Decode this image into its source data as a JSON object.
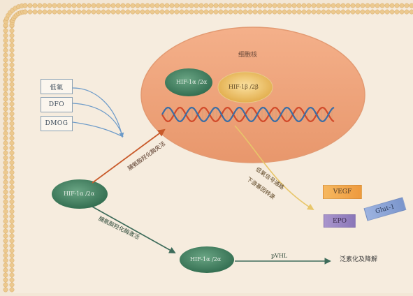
{
  "nucleus_label": "细胞核",
  "stimuli": [
    "低氧",
    "DFO",
    "DMOG"
  ],
  "hif_alpha": "HIF-1α /2α",
  "hif_beta": "HIF-1β /2β",
  "pathway_active": "脯氨酸羟化酶失活",
  "pathway_inactive": "脯氨酸羟化酶激活",
  "signal_line1": "低氧信号通路",
  "signal_line2": "下游基因转录",
  "pvhl": "pVHL",
  "degradation": "泛素化及降解",
  "genes": [
    "VEGF",
    "EPO",
    "Glut-1"
  ],
  "colors": {
    "background": "#f3e7d6",
    "membrane_bead": "#ecc98f",
    "nucleus": "#eea37c",
    "hif_alpha_fill": "#3f7a5a",
    "hif_beta_fill": "#e8b54a",
    "dna_red": "#d24a2a",
    "dna_blue": "#3a6da5",
    "arrow_red": "#c95a2a",
    "arrow_green": "#3d6b5a",
    "arrow_blue": "#6d9bc9",
    "arrow_yellow": "#e8c66a",
    "vegf": "#f1a54a",
    "epo": "#9a86c2",
    "glut1": "#8ba2d6"
  },
  "icons": {
    "arrow_heads": "triangle-arrowhead"
  }
}
